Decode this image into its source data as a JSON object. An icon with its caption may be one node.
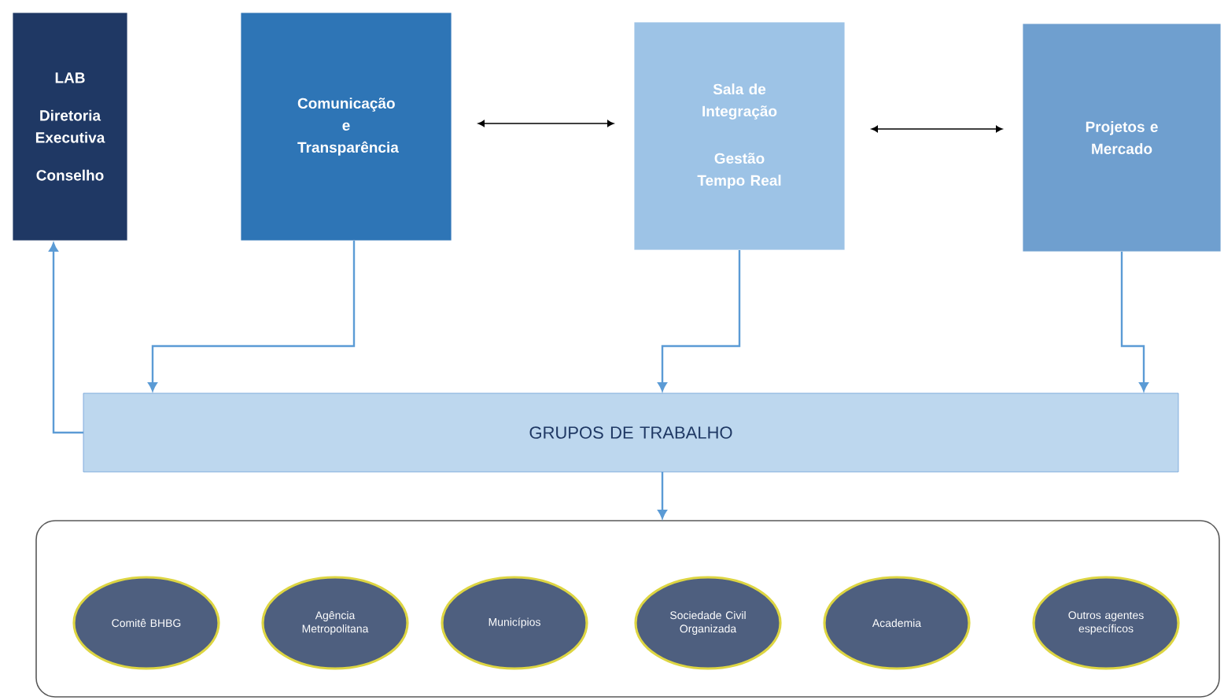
{
  "diagram": {
    "nodes": [
      {
        "text": [
          "LAB",
          "Diretoria Executiva",
          "Conselho"
        ]
      },
      {
        "text": [
          "Comunicação e Transparência"
        ]
      },
      {
        "text": [
          "Sala de Integração",
          "Gestão Tempo Real"
        ]
      },
      {
        "text": [
          "Projetos e Mercado"
        ]
      },
      {
        "text": [
          "GRUPOS DE TRABALHO"
        ]
      },
      {
        "text": [],
        "shape": "box"
      },
      {
        "text": [
          "Comitê BHBG"
        ],
        "in": 5
      },
      {
        "text": [
          "Agência Metropolitana"
        ],
        "in": 5
      },
      {
        "text": [
          "Municípios"
        ],
        "in": 5
      },
      {
        "text": [
          "Sociedade Civil Organizada"
        ],
        "in": 5
      },
      {
        "text": [
          "Academia"
        ],
        "in": 5
      },
      {
        "text": [
          "Outros agentes específicos"
        ],
        "in": 5
      }
    ],
    "edges": [
      {
        "from": 1,
        "to": 2,
        "arrow": "both",
        "color": "#000000"
      },
      {
        "from": 2,
        "to": 3,
        "arrow": "both",
        "color": "#000000"
      },
      {
        "from": 1,
        "to": 4,
        "arrow": "to",
        "color": "#5b9bd5"
      },
      {
        "from": 2,
        "to": 4,
        "arrow": "to",
        "color": "#5b9bd5"
      },
      {
        "from": 3,
        "to": 4,
        "arrow": "to",
        "color": "#5b9bd5"
      },
      {
        "from": 4,
        "to": 0,
        "arrow": "to",
        "color": "#5b9bd5"
      },
      {
        "from": 4,
        "to": 5,
        "arrow": "to",
        "color": "#5b9bd5"
      }
    ]
  }
}
